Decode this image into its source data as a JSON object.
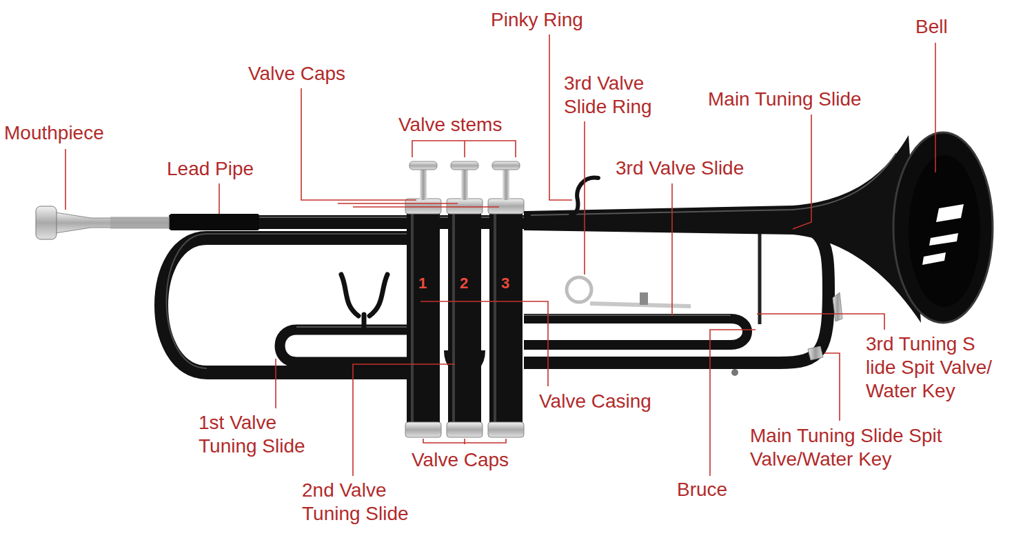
{
  "diagram": {
    "labels": [
      "Pinky Ring",
      "Bell",
      "Valve Caps",
      "3rd Valve Slide Ring",
      "Main Tuning Slide",
      "Mouthpiece",
      "Valve stems",
      "Lead Pipe",
      "3rd Valve Slide",
      "1",
      "2",
      "3",
      "3rd Tuning S lide Spit Valve/ Water Key",
      "Valve Casing",
      "1st Valve Tuning Slide",
      "Main Tuning Slide Spit Valve/Water Key",
      "Valve Caps",
      "Bruce",
      "2nd Valve Tuning Slide"
    ]
  }
}
